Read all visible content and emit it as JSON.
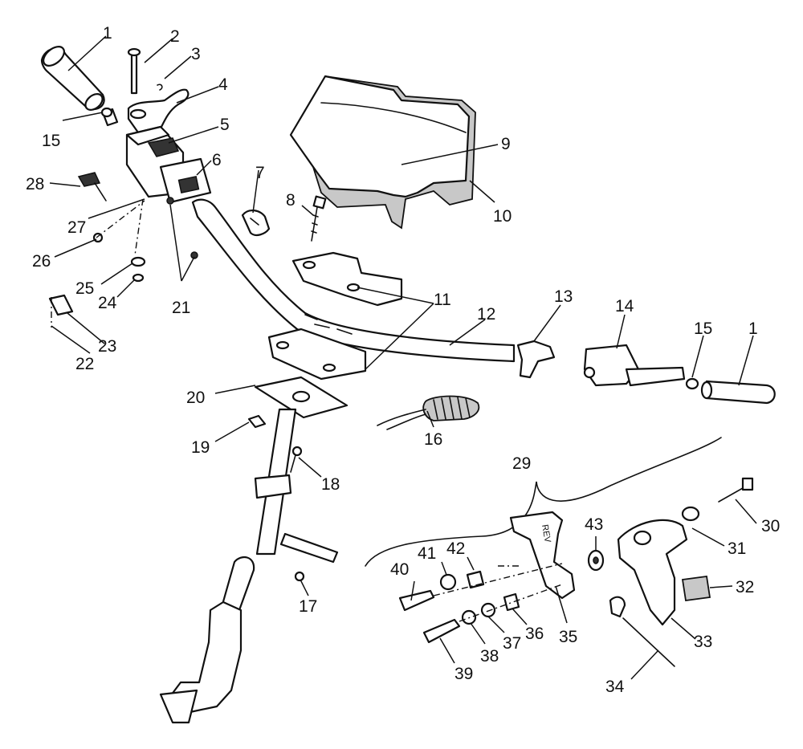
{
  "callouts": {
    "c1a": "1",
    "c2": "2",
    "c3": "3",
    "c4": "4",
    "c5": "5",
    "c6": "6",
    "c7": "7",
    "c8": "8",
    "c9": "9",
    "c10": "10",
    "c11": "11",
    "c12": "12",
    "c13": "13",
    "c14": "14",
    "c15a": "15",
    "c15b": "15",
    "c1b": "1",
    "c16": "16",
    "c17": "17",
    "c18": "18",
    "c19": "19",
    "c20": "20",
    "c21": "21",
    "c22": "22",
    "c23": "23",
    "c24": "24",
    "c25": "25",
    "c26": "26",
    "c27": "27",
    "c28": "28",
    "c29": "29",
    "c30": "30",
    "c31": "31",
    "c32": "32",
    "c33": "33",
    "c34": "34",
    "c35": "35",
    "c36": "36",
    "c37": "37",
    "c38": "38",
    "c39": "39",
    "c40": "40",
    "c41": "41",
    "c42": "42",
    "c43": "43"
  },
  "stamps": {
    "rev": "REV"
  }
}
